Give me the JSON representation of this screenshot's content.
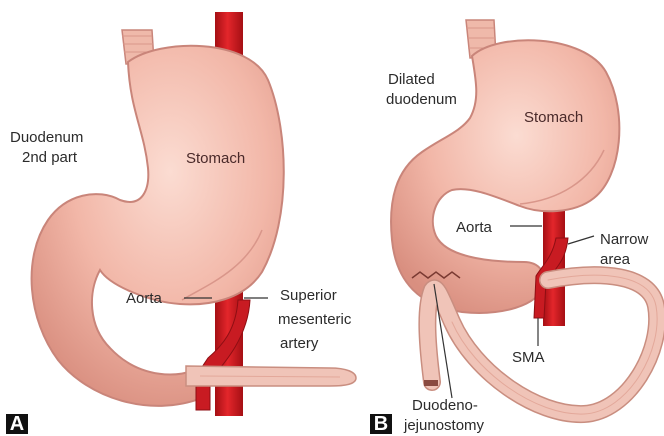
{
  "panels": {
    "a": {
      "letter": "A",
      "labels": {
        "duodenum_line1": "Duodenum",
        "duodenum_line2": "2nd part",
        "stomach": "Stomach",
        "aorta": "Aorta",
        "sma_line1": "Superior",
        "sma_line2": "mesenteric",
        "sma_line3": "artery"
      }
    },
    "b": {
      "letter": "B",
      "labels": {
        "dilated_line1": "Dilated",
        "dilated_line2": "duodenum",
        "stomach": "Stomach",
        "aorta": "Aorta",
        "narrow_line1": "Narrow",
        "narrow_line2": "area",
        "sma": "SMA",
        "duodeno_line1": "Duodeno-",
        "duodeno_line2": "jejunostomy"
      }
    }
  },
  "colors": {
    "stomach_fill": "#f2b7a8",
    "stomach_edge": "#c9857a",
    "aorta": "#d7191f",
    "aorta_dark": "#a50f14",
    "jejunum_fill": "#f0c4b8",
    "background": "#ffffff"
  }
}
